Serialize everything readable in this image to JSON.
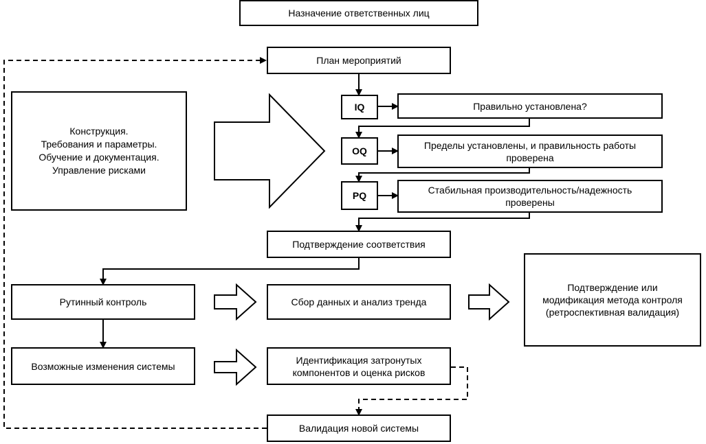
{
  "nodes": {
    "assign": "Назначение ответственных лиц",
    "plan": "План мероприятий",
    "iq": "IQ",
    "iq_q": "Правильно установлена?",
    "oq": "OQ",
    "oq_q": "Пределы установлены, и правильность работы проверена",
    "pq": "PQ",
    "pq_q": "Стабильная производительность/надежность проверены",
    "confirm": "Подтверждение соответствия",
    "routine": "Рутинный контроль",
    "collect": "Сбор данных и анализ тренда",
    "retro": "Подтверждение или модификация метода контроля (ретроспективная валидация)",
    "changes": "Возможные изменения системы",
    "identify": "Идентификация затронутых компонентов и оценка рисков",
    "validation": "Валидация новой системы"
  },
  "construction": {
    "lines": [
      "Конструкция.",
      "Требования и параметры.",
      "Обучение и документация.",
      "Управление рисками"
    ]
  }
}
